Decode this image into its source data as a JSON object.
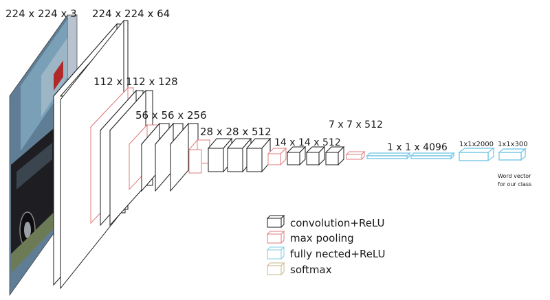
{
  "labels": {
    "input": "224 x 224 x 3",
    "conv1": "224 x 224 x 64",
    "conv2": "112 x 112 x 128",
    "conv3": "56 x 56 x 256",
    "conv4": "28 x 28 x 512",
    "conv5": "14 x 14 x 512",
    "pool5": "7 x 7 x 512",
    "fc1": "1 x 1 x 4096",
    "fc2": "1x1x2000",
    "fc3": "1x1x300"
  },
  "output_caption": [
    "Word vector",
    "for our class"
  ],
  "legend": [
    {
      "label": "convolution+ReLU",
      "color": "#1a1a1a"
    },
    {
      "label": "max pooling",
      "color": "#e07b7b"
    },
    {
      "label": "fully nected+ReLU",
      "color": "#7ecbe8"
    },
    {
      "label": "softmax",
      "color": "#c9b48a"
    }
  ],
  "colors": {
    "conv": "#1a1a1a",
    "pool": "#e07b7b",
    "fc": "#7ecbe8",
    "softmax": "#c9b48a"
  }
}
